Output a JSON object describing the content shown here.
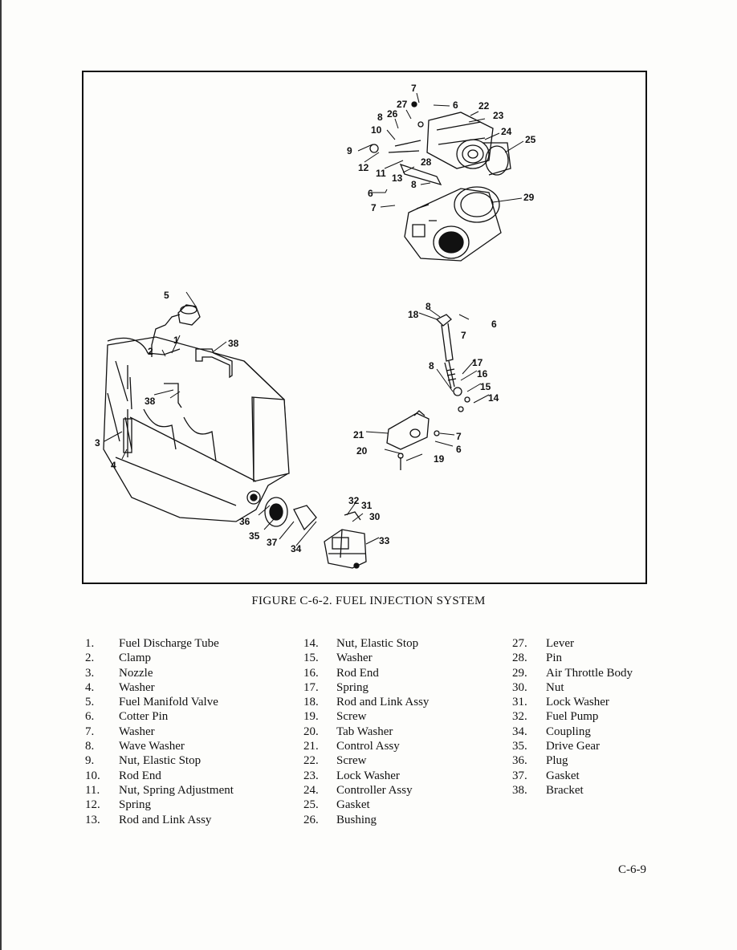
{
  "figure": {
    "title": "FIGURE C-6-2. FUEL INJECTION SYSTEM",
    "callouts": {
      "c1": "1",
      "c2": "2",
      "c3": "3",
      "c4": "4",
      "c5": "5",
      "c6a": "6",
      "c6b": "6",
      "c6c": "6",
      "c6d": "6",
      "c7a": "7",
      "c7b": "7",
      "c7c": "7",
      "c7d": "7",
      "c8a": "8",
      "c8b": "8",
      "c8c": "8",
      "c8d": "8",
      "c9": "9",
      "c10": "10",
      "c11": "11",
      "c12": "12",
      "c13": "13",
      "c14": "14",
      "c15": "15",
      "c16": "16",
      "c17": "17",
      "c18": "18",
      "c19": "19",
      "c20": "20",
      "c21": "21",
      "c22": "22",
      "c23": "23",
      "c24": "24",
      "c25": "25",
      "c26": "26",
      "c27": "27",
      "c28": "28",
      "c29": "29",
      "c30": "30",
      "c31": "31",
      "c32": "32",
      "c33": "33",
      "c34": "34",
      "c35": "35",
      "c36": "36",
      "c37": "37",
      "c38a": "38",
      "c38b": "38"
    }
  },
  "legend": [
    [
      {
        "num": "1.",
        "label": "Fuel Discharge Tube"
      },
      {
        "num": "2.",
        "label": "Clamp"
      },
      {
        "num": "3.",
        "label": "Nozzle"
      },
      {
        "num": "4.",
        "label": "Washer"
      },
      {
        "num": "5.",
        "label": "Fuel Manifold Valve"
      },
      {
        "num": "6.",
        "label": "Cotter Pin"
      },
      {
        "num": "7.",
        "label": "Washer"
      },
      {
        "num": "8.",
        "label": "Wave Washer"
      },
      {
        "num": "9.",
        "label": "Nut, Elastic Stop"
      },
      {
        "num": "10.",
        "label": "Rod End"
      },
      {
        "num": "11.",
        "label": "Nut, Spring Adjustment"
      },
      {
        "num": "12.",
        "label": "Spring"
      },
      {
        "num": "13.",
        "label": "Rod and Link Assy"
      }
    ],
    [
      {
        "num": "14.",
        "label": "Nut, Elastic Stop"
      },
      {
        "num": "15.",
        "label": "Washer"
      },
      {
        "num": "16.",
        "label": "Rod End"
      },
      {
        "num": "17.",
        "label": "Spring"
      },
      {
        "num": "18.",
        "label": "Rod and Link Assy"
      },
      {
        "num": "19.",
        "label": "Screw"
      },
      {
        "num": "20.",
        "label": "Tab Washer"
      },
      {
        "num": "21.",
        "label": "Control Assy"
      },
      {
        "num": "22.",
        "label": "Screw"
      },
      {
        "num": "23.",
        "label": "Lock Washer"
      },
      {
        "num": "24.",
        "label": "Controller Assy"
      },
      {
        "num": "25.",
        "label": "Gasket"
      },
      {
        "num": "26.",
        "label": "Bushing"
      }
    ],
    [
      {
        "num": "27.",
        "label": "Lever"
      },
      {
        "num": "28.",
        "label": "Pin"
      },
      {
        "num": "29.",
        "label": "Air Throttle Body"
      },
      {
        "num": "30.",
        "label": "Nut"
      },
      {
        "num": "31.",
        "label": "Lock Washer"
      },
      {
        "num": "32.",
        "label": "Fuel Pump"
      },
      {
        "num": "34.",
        "label": "Coupling"
      },
      {
        "num": "35.",
        "label": "Drive Gear"
      },
      {
        "num": "36.",
        "label": "Plug"
      },
      {
        "num": "37.",
        "label": "Gasket"
      },
      {
        "num": "38.",
        "label": "Bracket"
      }
    ]
  ],
  "page_number": "C-6-9"
}
